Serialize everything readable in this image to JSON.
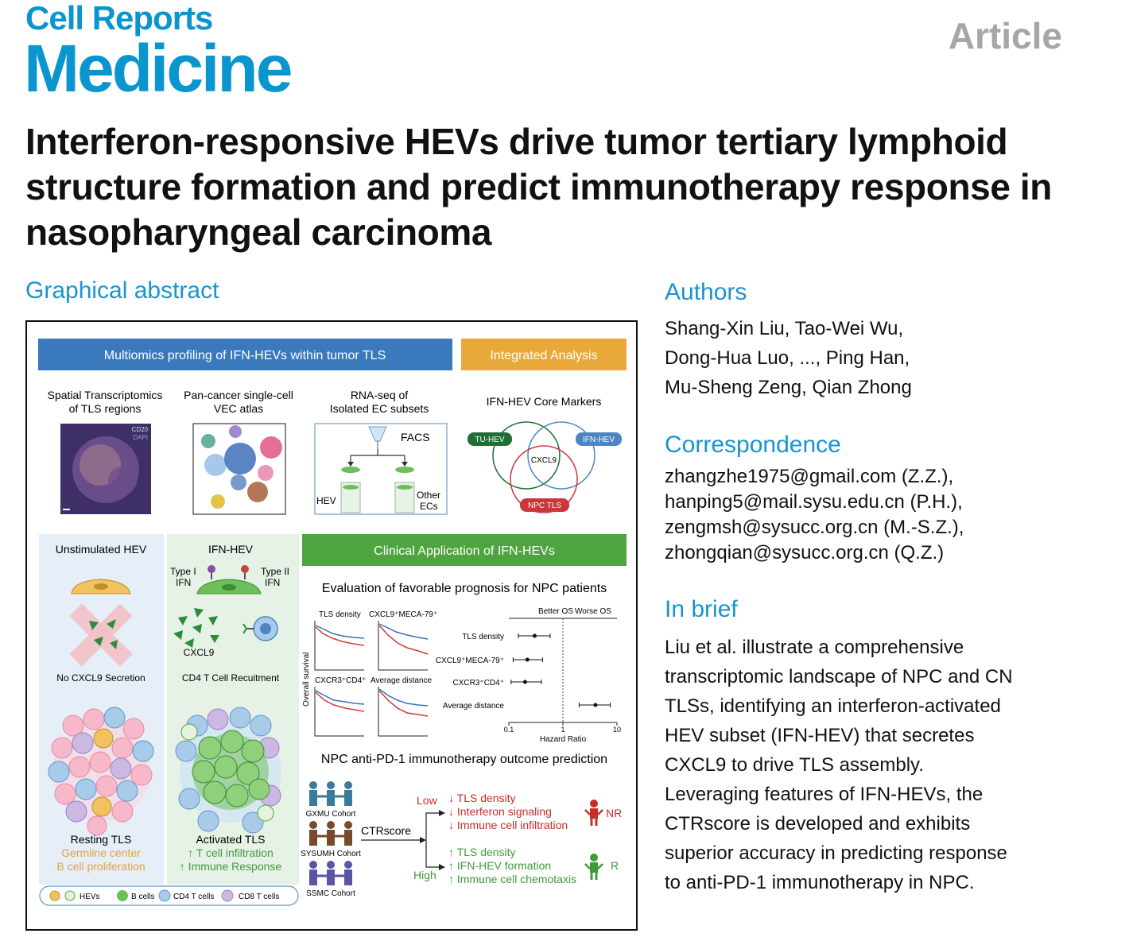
{
  "journal": {
    "line1": "Cell Reports",
    "line2": "Medicine"
  },
  "article_type": "Article",
  "title": "Interferon-responsive HEVs drive tumor tertiary lymphoid structure formation and predict immunotherapy response in nasopharyngeal carcinoma",
  "graphical_abstract": {
    "heading": "Graphical abstract",
    "banner_multiomics": "Multiomics profiling of IFN-HEVs within tumor TLS",
    "banner_integrated": "Integrated Analysis",
    "panel_spatial": [
      "Spatial Transcriptomics",
      "of TLS regions"
    ],
    "spatial_stain_1": "CD20",
    "spatial_stain_2": "DAPI",
    "panel_vec": [
      "Pan-cancer single-cell",
      "VEC atlas"
    ],
    "panel_rnaseq": [
      "RNA-seq of",
      "Isolated EC subsets"
    ],
    "facs": "FACS",
    "hev": "HEV",
    "other_ecs": [
      "Other",
      "ECs"
    ],
    "core_markers": "IFN-HEV Core Markers",
    "venn": {
      "tu_hev": "TU-HEV",
      "ifn_hev": "IFN-HEV",
      "cxcl9": "CXCL9",
      "npc_tls": "NPC TLS"
    },
    "unstim_title": "Unstimulated HEV",
    "ifn_hev_title": "IFN-HEV",
    "type1_ifn": [
      "Type I",
      "IFN"
    ],
    "type2_ifn": [
      "Type II",
      "IFN"
    ],
    "cxcl9": "CXCL9",
    "no_cxcl9": "No CXCL9 Secretion",
    "cd4_recruit": "CD4 T Cell Recuitment",
    "resting_tls": "Resting TLS",
    "germinal_center": "Germline center",
    "b_cell_prolif": "B cell proliferation",
    "activated_tls": "Activated TLS",
    "t_cell_infil": "↑ T cell infiltration",
    "immune_response": "↑ Immune Response",
    "legend": {
      "hevs": "HEVs",
      "bcells": "B cells",
      "cd4": "CD4 T cells",
      "cd8": "CD8 T cells"
    },
    "banner_clinical": "Clinical Application of IFN-HEVs",
    "eval_heading": "Evaluation of favorable prognosis for NPC patients",
    "km_titles": [
      "TLS density",
      "CXCL9⁺MECA-79⁺",
      "CXCR3⁺CD4⁺",
      "Average distance"
    ],
    "km_ylabel": "Overall survival",
    "forest_better": "Better OS",
    "forest_worse": "Worse OS",
    "forest_xlabel": "Hazard Ratio",
    "anti_pd1_heading": "NPC anti-PD-1 immunotherapy outcome prediction",
    "cohorts": [
      "GXMU Cohort",
      "SYSUMH Cohort",
      "SSMC Cohort"
    ],
    "ctrscore": "CTRscore",
    "low": "Low",
    "high": "High",
    "low_items": [
      "↓ TLS density",
      "↓ Interferon signaling",
      "↓ Immune cell infiltration"
    ],
    "high_items": [
      "↑ TLS density",
      "↑ IFN-HEV formation",
      "↑ Immune cell chemotaxis"
    ],
    "nr": "NR",
    "r": "R",
    "colors": {
      "blue_banner": "#3b79bd",
      "orange_banner": "#e8a93a",
      "green_banner": "#4ea43e",
      "low_red": "#c62f29",
      "high_green": "#3f9a3c"
    }
  },
  "chart_data": [
    {
      "type": "scatter",
      "title": "",
      "subtitle": "Forest plot",
      "xlabel": "Hazard Ratio",
      "x_scale": "log",
      "xlim": [
        0.1,
        10
      ],
      "x_ticks": [
        "0.1",
        "1",
        "10"
      ],
      "reference_line": 1,
      "categories": [
        "TLS density",
        "CXCL9⁺MECA-79⁺",
        "CXCR3⁺CD4⁺",
        "Average distance"
      ],
      "hr": [
        0.3,
        0.22,
        0.2,
        4.0
      ],
      "ci_low": [
        0.15,
        0.12,
        0.11,
        2.0
      ],
      "ci_high": [
        0.58,
        0.42,
        0.4,
        7.5
      ],
      "grid": false
    }
  ],
  "authors": {
    "heading": "Authors",
    "lines": [
      "Shang-Xin Liu, Tao-Wei Wu,",
      "Dong-Hua Luo, ..., Ping Han,",
      "Mu-Sheng Zeng, Qian Zhong"
    ]
  },
  "correspondence": {
    "heading": "Correspondence",
    "lines": [
      "zhangzhe1975@gmail.com (Z.Z.),",
      "hanping5@mail.sysu.edu.cn (P.H.),",
      "zengmsh@sysucc.org.cn (M.-S.Z.),",
      "zhongqian@sysucc.org.cn (Q.Z.)"
    ]
  },
  "in_brief": {
    "heading": "In brief",
    "lines": [
      "Liu et al. illustrate a comprehensive",
      "transcriptomic landscape of NPC and CN",
      "TLSs, identifying an interferon-activated",
      "HEV subset (IFN-HEV) that secretes",
      "CXCL9 to drive TLS assembly.",
      "Leveraging features of IFN-HEVs, the",
      "CTRscore is developed and exhibits",
      "superior accuracy in predicting response",
      "to anti-PD-1 immunotherapy in NPC."
    ]
  }
}
